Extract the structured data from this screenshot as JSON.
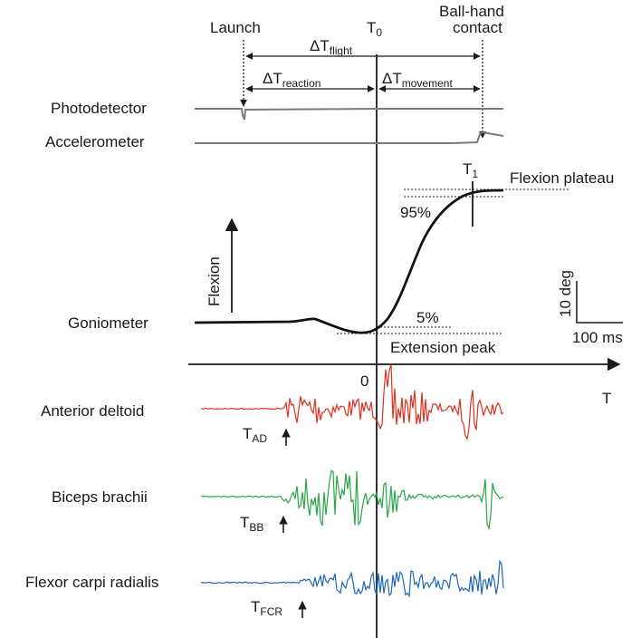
{
  "timing": {
    "launch": "Launch",
    "t0": "T",
    "t0_sub": "0",
    "contact_line1": "Ball-hand",
    "contact_line2": "contact",
    "flight": "ΔT",
    "flight_sub": "flight",
    "reaction": "ΔT",
    "reaction_sub": "reaction",
    "movement": "ΔT",
    "movement_sub": "movement"
  },
  "signals": {
    "photodetector": "Photodetector",
    "accelerometer": "Accelerometer",
    "goniometer": "Goniometer",
    "flexion_axis": "Flexion"
  },
  "goniometer_annotations": {
    "t1": "T",
    "t1_sub": "1",
    "flexion_plateau": "Flexion plateau",
    "pct95": "95%",
    "pct5": "5%",
    "extension_peak": "Extension peak"
  },
  "scale_bar": {
    "vertical": "10 deg",
    "horizontal": "100 ms"
  },
  "time_axis": {
    "zero": "0",
    "label": "T"
  },
  "emg": [
    {
      "muscle": "Anterior deltoid",
      "onset": "T",
      "onset_sub": "AD",
      "color": "#e0301e"
    },
    {
      "muscle": "Biceps brachii",
      "onset": "T",
      "onset_sub": "BB",
      "color": "#27a745"
    },
    {
      "muscle": "Flexor carpi radialis",
      "onset": "T",
      "onset_sub": "FCR",
      "color": "#1f66b8"
    }
  ]
}
